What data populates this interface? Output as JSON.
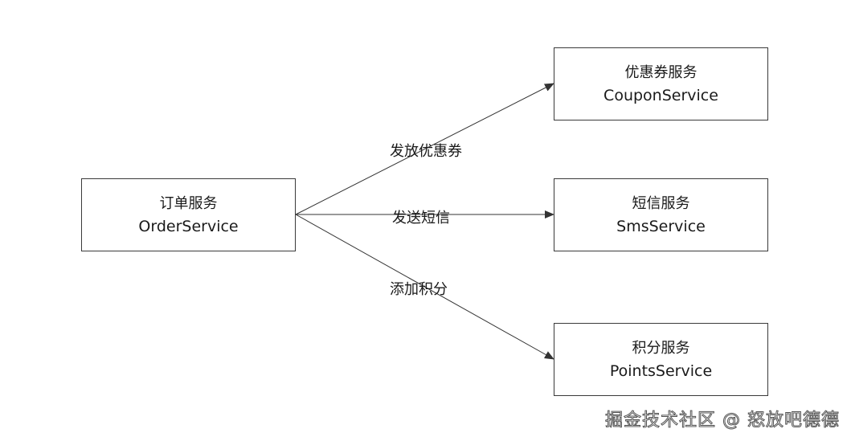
{
  "nodes": {
    "order": {
      "name_cn": "订单服务",
      "name_en": "OrderService"
    },
    "coupon": {
      "name_cn": "优惠券服务",
      "name_en": "CouponService"
    },
    "sms": {
      "name_cn": "短信服务",
      "name_en": "SmsService"
    },
    "points": {
      "name_cn": "积分服务",
      "name_en": "PointsService"
    }
  },
  "edges": {
    "to_coupon": "发放优惠券",
    "to_sms": "发送短信",
    "to_points": "添加积分"
  },
  "watermark": "掘金技术社区 @ 怒放吧德德",
  "colors": {
    "line": "#333333",
    "border": "#3a3a3a",
    "background": "#ffffff"
  }
}
